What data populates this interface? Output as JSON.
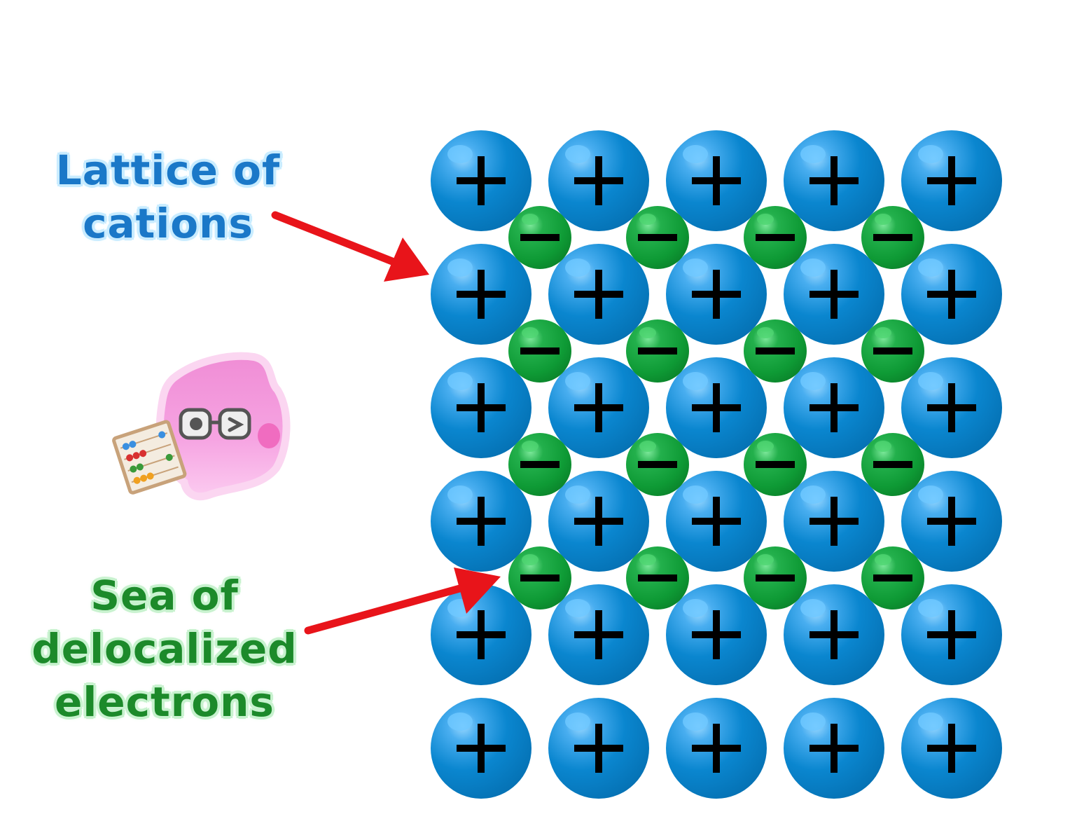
{
  "labels": {
    "cations": [
      "Lattice of",
      "cations"
    ],
    "electrons": [
      "Sea of",
      "delocalized",
      "electrons"
    ]
  },
  "lattice": {
    "cation_rows": 6,
    "cation_cols": 5,
    "electron_rows": 4,
    "electron_cols": 4,
    "cation_symbol": "+",
    "electron_symbol": "−"
  },
  "colors": {
    "cation": "#0a86cf",
    "cation_highlight": "#6ec8ff",
    "electron": "#0e9a35",
    "electron_highlight": "#4fd672",
    "arrow": "#e8141a",
    "cations_label": "#1a78c8",
    "electrons_label": "#1c8a2a"
  },
  "icons": {
    "mascot": "pink-blob-with-glasses-and-abacus-icon"
  }
}
